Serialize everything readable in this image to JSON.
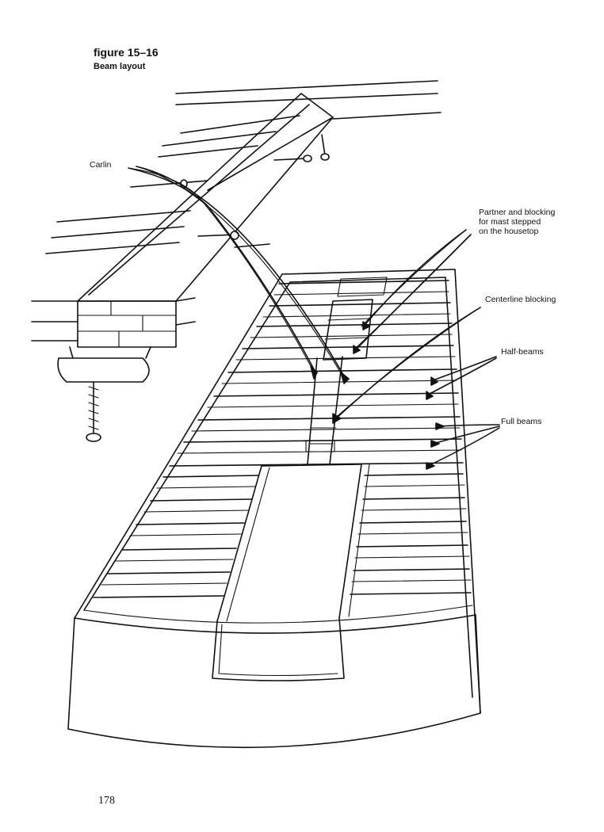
{
  "figure": {
    "number": "figure 15–16",
    "title": "Beam layout"
  },
  "labels": {
    "carlin": "Carlin",
    "partner_lines": [
      "Partner and blocking",
      "for mast stepped",
      "on the housetop"
    ],
    "centerline_blocking": "Centerline blocking",
    "half_beams": "Half-beams",
    "full_beams": "Full beams"
  },
  "page_number": "178"
}
